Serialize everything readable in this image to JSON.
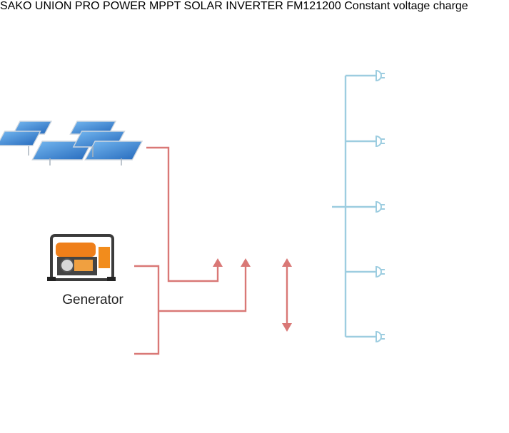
{
  "inverter": {
    "brand": "SAKO",
    "sub_brand": "UNION PRO",
    "panel_caption": "POWER MPPT SOLAR INVERTER"
  },
  "sources": {
    "generator_label": "Generator"
  },
  "battery": {
    "model": "FM121200",
    "sticker_title": "Constant voltage charge"
  },
  "colors": {
    "input_line": "#d97876",
    "load_line": "#9dcde0",
    "inverter_body": "#f7f7f7",
    "inverter_side": "#1e1a1a",
    "screen": "#2fd35a",
    "battery_case": "#161616"
  },
  "icons": [
    "solar-panel-icon",
    "generator-icon",
    "power-tower-icon",
    "battery-icon",
    "tv-icon",
    "fan-heater-icon",
    "laptop-icon",
    "light-bulb-icon",
    "appliances-icon",
    "plug-icon"
  ]
}
